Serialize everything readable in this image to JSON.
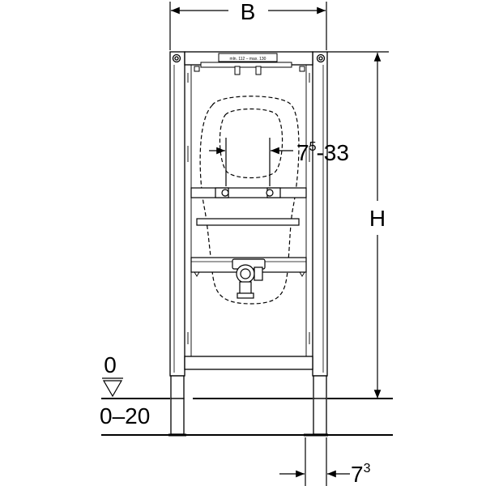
{
  "labels": {
    "width": "B",
    "height": "H",
    "level_zero": "0",
    "floor_range": "0–20",
    "bracket_base": "7",
    "bracket_sup": "5",
    "bracket_suffix": "-33",
    "foot_base": "7",
    "foot_sup": "3",
    "plate_text": "mln. 112 – max. 130"
  },
  "colors": {
    "line": "#000000",
    "frame": "#ffffff"
  }
}
